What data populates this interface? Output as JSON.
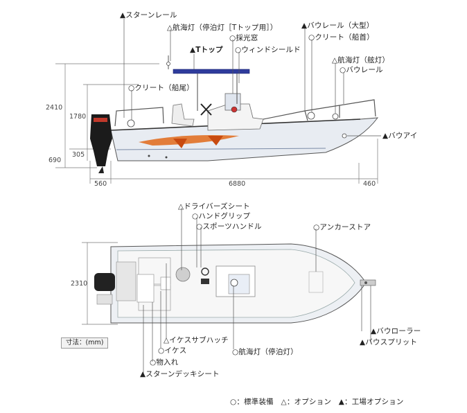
{
  "side_view": {
    "labels": {
      "stern_rail": "▲スターンレール",
      "nav_light_anchor": "△航海灯（停泊灯［Tトップ用］）",
      "skylight": "○採光窓",
      "t_top": "▲Tトップ",
      "windshield": "○ウィンドシールド",
      "bow_rail_large": "▲バウレール（大型）",
      "cleat_bow": "○クリート（船首）",
      "nav_light_bow": "△航海灯（舷灯）",
      "bow_rail": "○バウレール",
      "cleat_stern": "○クリート（船尾）",
      "bow_eye": "▲バウアイ"
    },
    "dimensions": {
      "total_height": "2410",
      "height_1780": "1780",
      "height_305": "305",
      "height_690": "690",
      "rear_560": "560",
      "length_6880": "6880",
      "front_460": "460"
    }
  },
  "top_view": {
    "labels": {
      "drivers_seat": "△ドライバーズシート",
      "hand_grip": "○ハンドグリップ",
      "sports_handle": "○スポーツハンドル",
      "anchor_store": "○アンカーストア",
      "bow_roller": "▲バウローラー",
      "bowsprit": "▲バウスプリット",
      "fish_hatch": "△イケスサブハッチ",
      "live_well": "○イケス",
      "storage": "○物入れ",
      "stern_deck_seat": "▲スターンデッキシート",
      "nav_light_anchor": "○航海灯（停泊灯）"
    },
    "dimensions": {
      "beam_2310": "2310"
    },
    "unit_note": "寸法：(mm)"
  },
  "legend": "○：標準装備　△：オプション　▲：工場オプション"
}
